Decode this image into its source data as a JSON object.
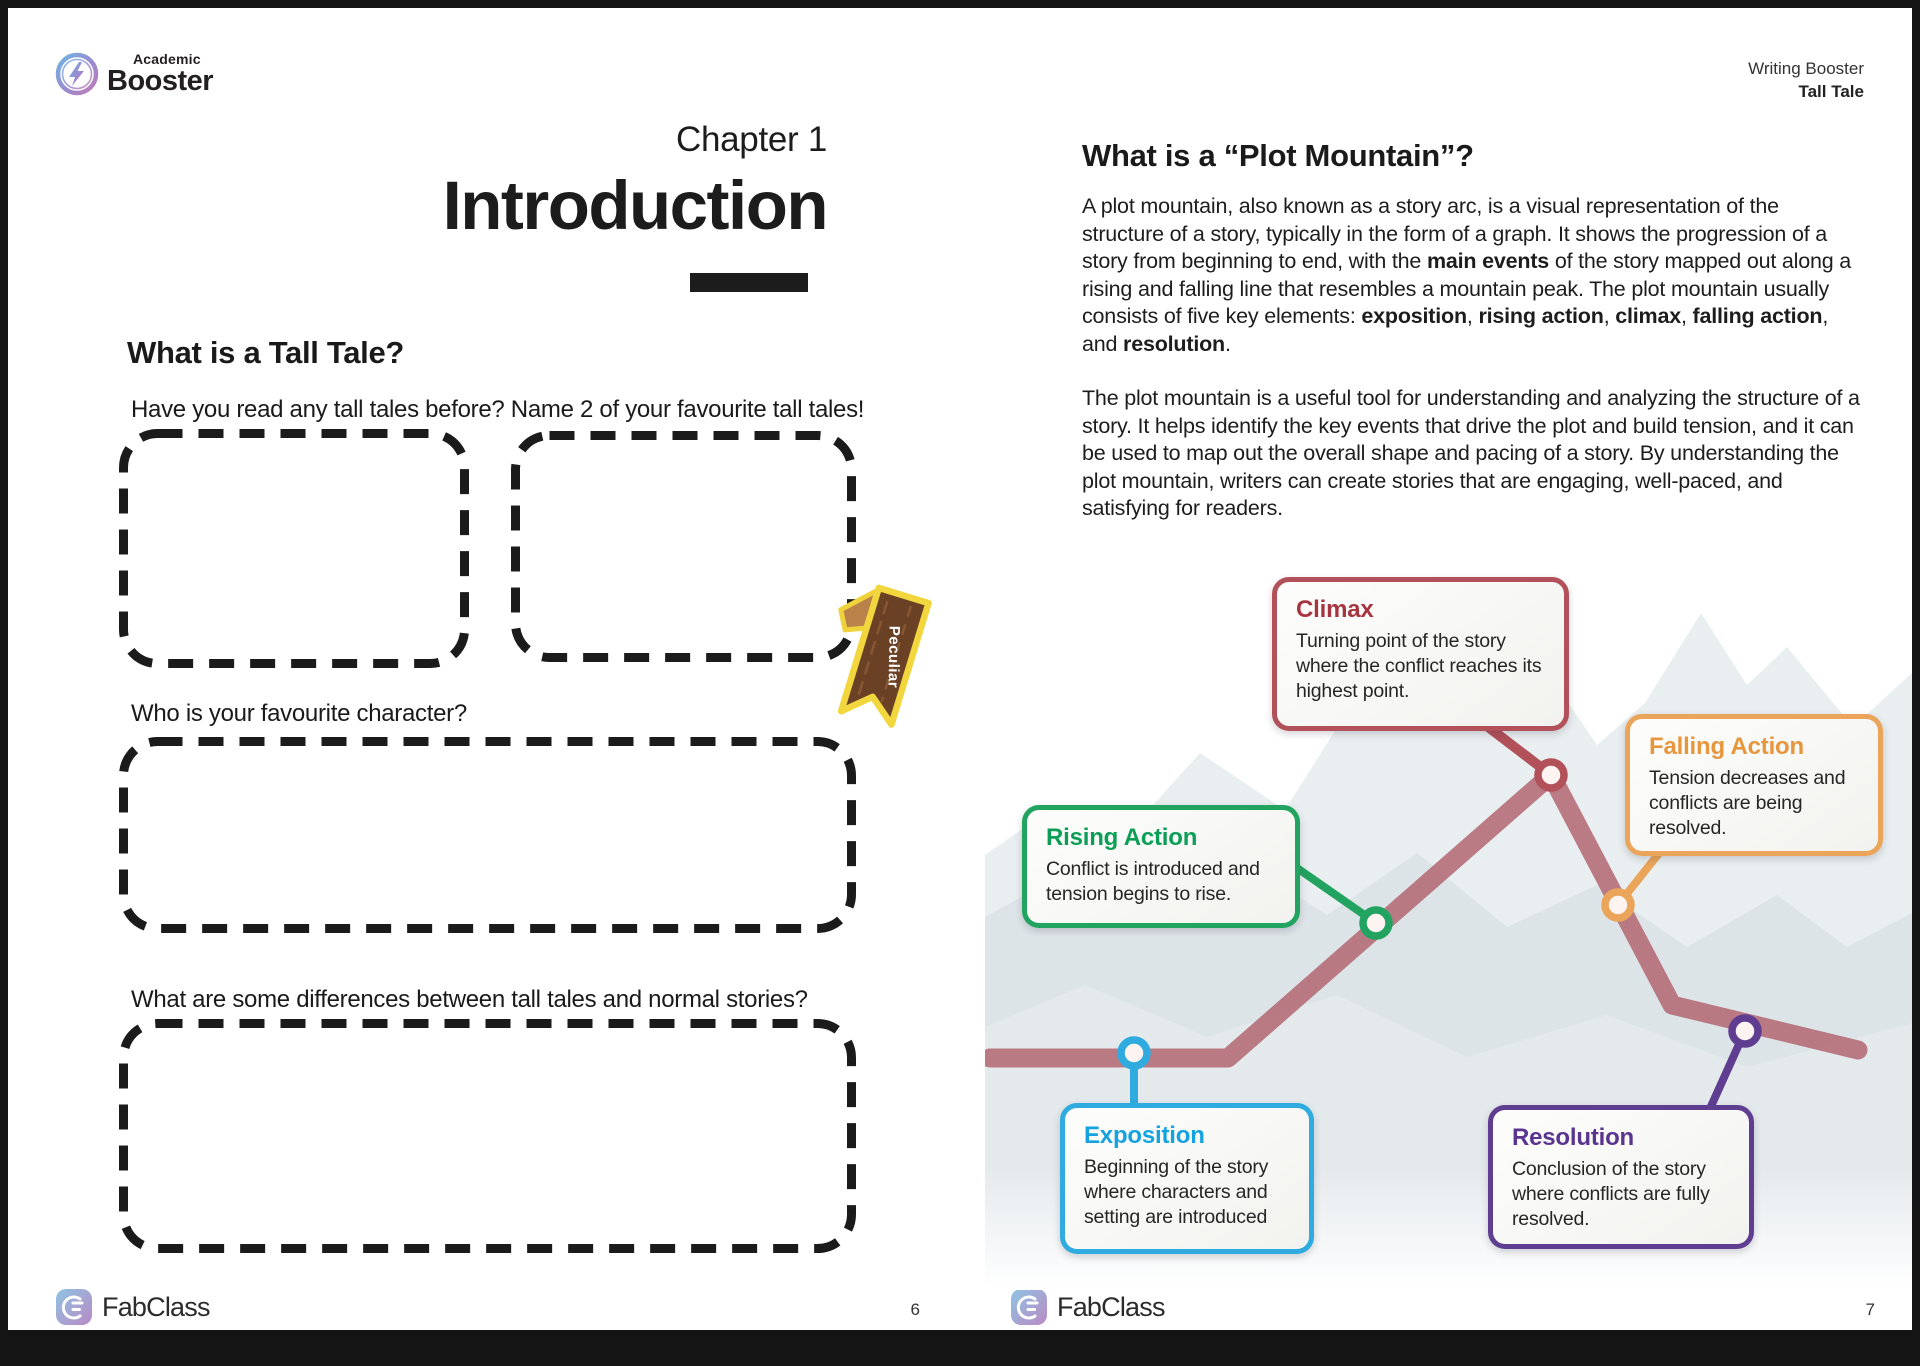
{
  "header": {
    "logo": {
      "top": "Academic",
      "bottom": "Booster"
    },
    "doc_ref": {
      "line1": "Writing Booster",
      "line2": "Tall Tale"
    }
  },
  "left_page": {
    "chapter": "Chapter 1",
    "title": "Introduction",
    "section_heading": "What is a Tall Tale?",
    "q1": "Have you read any tall tales before? Name 2 of your favourite tall tales!",
    "q2": "Who is your favourite character?",
    "q3": "What are some differences between tall tales and normal stories?",
    "ribbon_label": "Peculiar",
    "page_number": "6"
  },
  "right_page": {
    "heading": "What is a “Plot Mountain”?",
    "para1": "A plot mountain, also known as a story arc, is a visual representation of the structure of a story, typically in the form of a graph. It shows the progression of a story from beginning to end, with the **main events** of the story mapped out along a rising and falling line that resembles a mountain peak. The plot mountain usually consists of five key elements: **exposition**, **rising action**, **climax**, **falling action**, and **resolution**.",
    "para2": "The plot mountain is a useful tool for understanding and analyzing the structure of a story. It helps identify the key events that drive the plot and build tension, and it can be used to map out the overall shape and pacing of a story. By understanding the plot mountain, writers can create stories that are engaging, well-paced, and satisfying for readers.",
    "page_number": "7",
    "diagram": {
      "line_color": "#b26671",
      "callouts": [
        {
          "title": "Climax",
          "body": "Turning point of the story where the conflict reaches its highest point.",
          "color": "#a6353f",
          "border": "#b25159"
        },
        {
          "title": "Falling Action",
          "body": "Tension decreases and conflicts are being resolved.",
          "color": "#e8963e",
          "border": "#eba55a"
        },
        {
          "title": "Rising Action",
          "body": "Conflict is introduced and tension begins to rise.",
          "color": "#0b9e56",
          "border": "#22a360"
        },
        {
          "title": "Exposition",
          "body": "Beginning of the story where characters and setting are introduced",
          "color": "#14a3df",
          "border": "#2fabdf"
        },
        {
          "title": "Resolution",
          "body": "Conclusion of the story where conflicts are fully resolved.",
          "color": "#5a3590",
          "border": "#5f3e91"
        }
      ]
    }
  },
  "footer": {
    "brand": "FabClass"
  }
}
